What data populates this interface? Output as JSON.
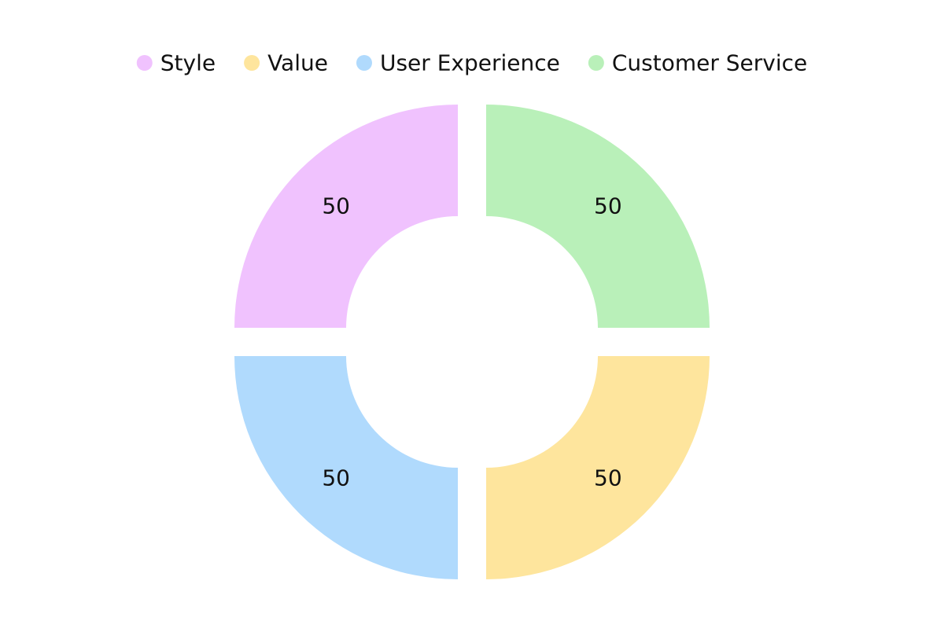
{
  "chart_data": {
    "type": "pie",
    "variant": "donut",
    "title": "",
    "legend_position": "top",
    "order": [
      "Customer Service",
      "Value",
      "User Experience",
      "Style"
    ],
    "slices": [
      {
        "name": "Customer Service",
        "value": 50,
        "label": "50",
        "color": "#b9f0b9"
      },
      {
        "name": "Value",
        "value": 50,
        "label": "50",
        "color": "#fee59d"
      },
      {
        "name": "User Experience",
        "value": 50,
        "label": "50",
        "color": "#b0dafd"
      },
      {
        "name": "Style",
        "value": 50,
        "label": "50",
        "color": "#f0c2fe"
      }
    ],
    "legend": [
      {
        "name": "Style",
        "color": "#f0c2fe"
      },
      {
        "name": "Value",
        "color": "#fee59d"
      },
      {
        "name": "User Experience",
        "color": "#b0dafd"
      },
      {
        "name": "Customer Service",
        "color": "#b9f0b9"
      }
    ]
  }
}
